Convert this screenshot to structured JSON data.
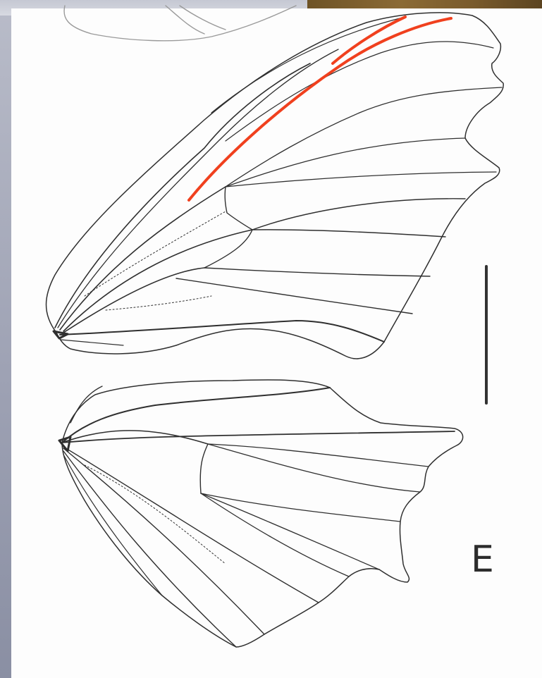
{
  "figure": {
    "panel_letter": "E",
    "elements": {
      "previous_panel": "partial-wing-outline",
      "forewing": "forewing-venation",
      "hindwing": "hindwing-venation",
      "scale_bar": "vertical-scale-bar",
      "highlight": "highlighted-veins"
    },
    "colors": {
      "line": "#2f2f2f",
      "highlight": "#f0401e",
      "frame_top": "#c5c8d3",
      "frame_left": "#9ea2b4"
    }
  }
}
